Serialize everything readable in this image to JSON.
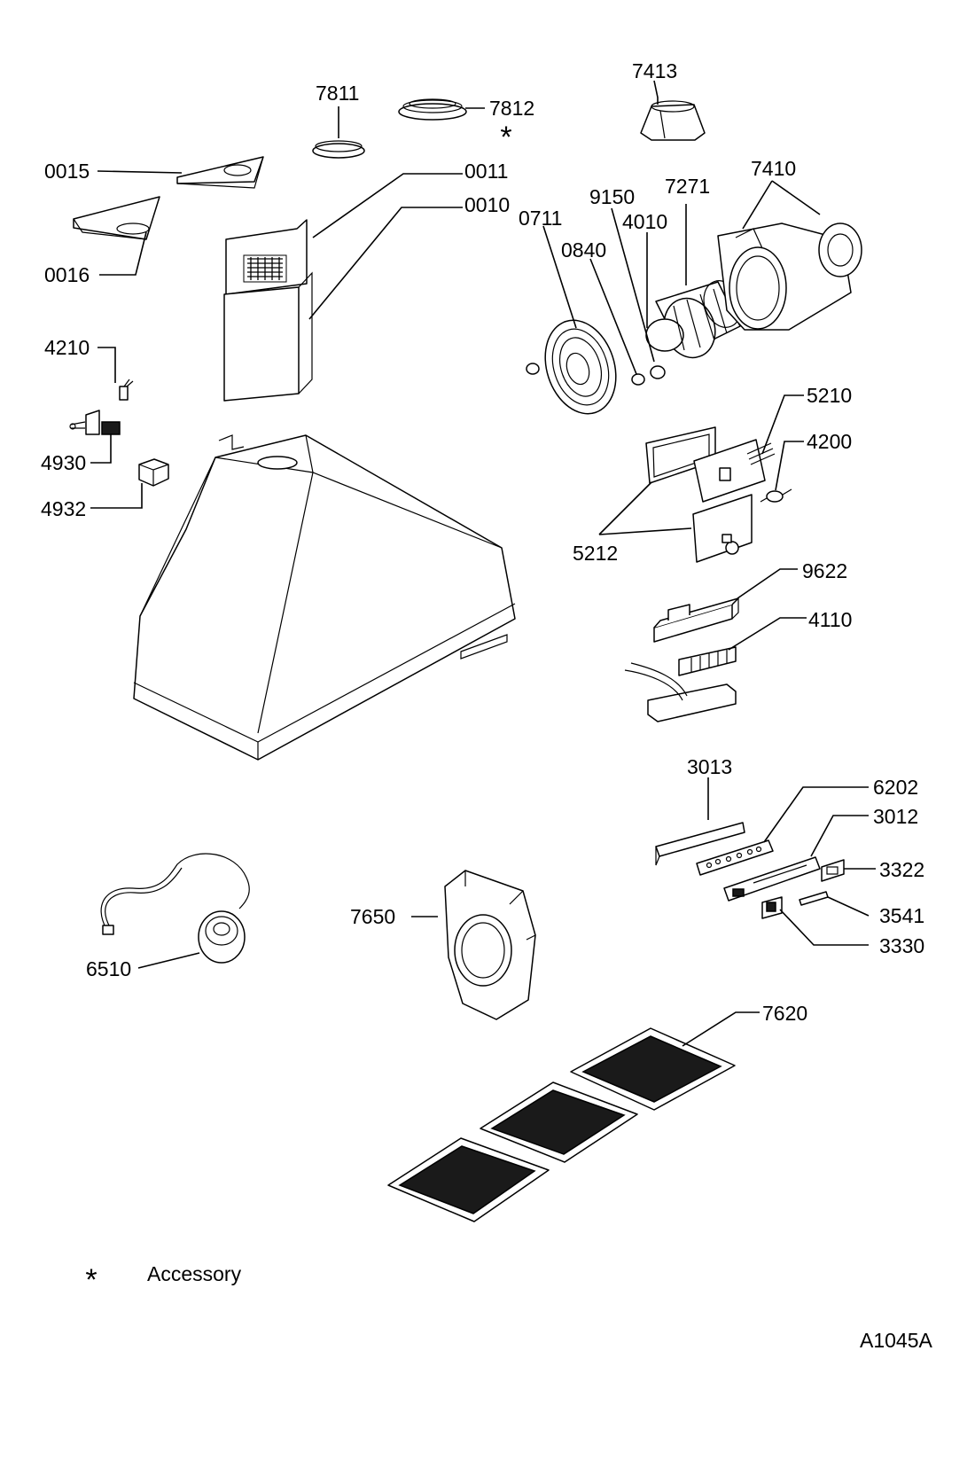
{
  "labels": {
    "p7811": "7811",
    "p7812": "7812",
    "p7413": "7413",
    "p0015": "0015",
    "p0011": "0011",
    "p0010": "0010",
    "p0016": "0016",
    "p9150": "9150",
    "p7271": "7271",
    "p7410": "7410",
    "p0711": "0711",
    "p4010": "4010",
    "p0840": "0840",
    "p4210": "4210",
    "p4930": "4930",
    "p4932": "4932",
    "p5210": "5210",
    "p4200": "4200",
    "p5212": "5212",
    "p9622": "9622",
    "p4110": "4110",
    "p3013": "3013",
    "p6202": "6202",
    "p3012": "3012",
    "p3322": "3322",
    "p3541": "3541",
    "p3330": "3330",
    "p7650": "7650",
    "p6510": "6510",
    "p7620": "7620"
  },
  "accessory_marker": "*",
  "legend": {
    "marker": "*",
    "text": "Accessory"
  },
  "drawing_code": "A1045A"
}
